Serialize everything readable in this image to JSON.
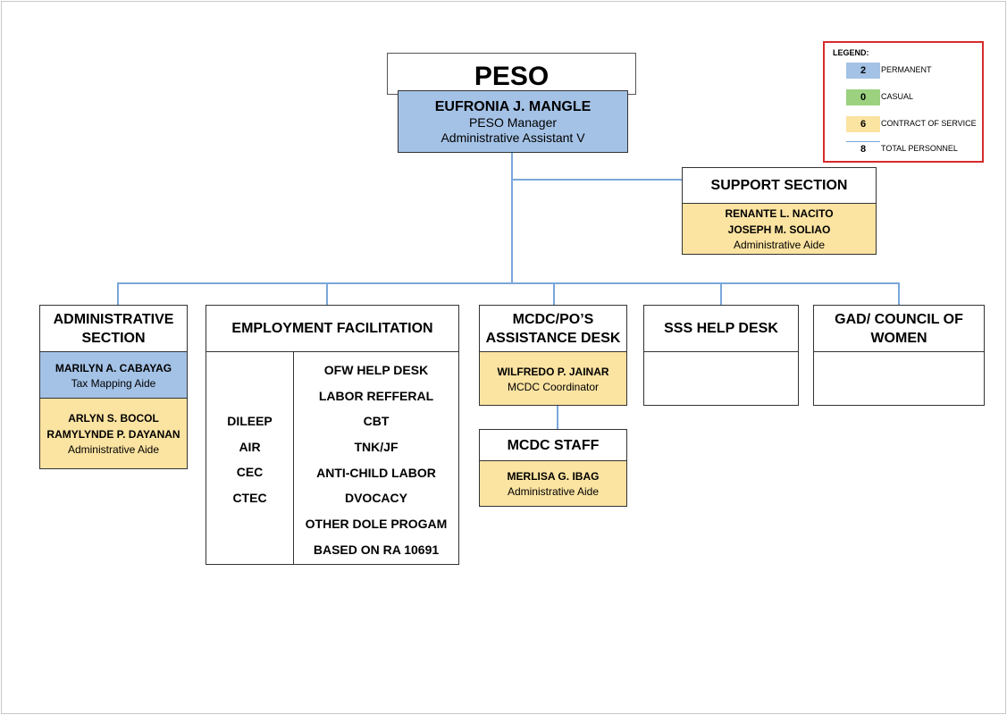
{
  "title": "PESO",
  "head": {
    "name": "EUFRONIA J. MANGLE",
    "role1": "PESO Manager",
    "role2": "Administrative Assistant V"
  },
  "legend": {
    "title": "LEGEND:",
    "items": [
      {
        "count": "2",
        "label": "PERMANENT",
        "color": "#a4c2e6"
      },
      {
        "count": "0",
        "label": "CASUAL",
        "color": "#9bd17f"
      },
      {
        "count": "6",
        "label": "CONTRACT OF SERVICE",
        "color": "#fbe3a1"
      },
      {
        "count": "8",
        "label": "TOTAL PERSONNEL",
        "color": "#ffffff"
      }
    ]
  },
  "support": {
    "title": "SUPPORT SECTION",
    "name1": "RENANTE L. NACITO",
    "name2": "JOSEPH M. SOLIAO",
    "role": "Administrative Aide"
  },
  "admin": {
    "title_line1": "ADMINISTRATIVE",
    "title_line2": "SECTION",
    "permanent_name": "MARILYN A. CABAYAG",
    "permanent_role": "Tax Mapping Aide",
    "cos_name1": "ARLYN S. BOCOL",
    "cos_name2": "RAMYLYNDE P. DAYANAN",
    "cos_role": "Administrative Aide"
  },
  "employment": {
    "title": "EMPLOYMENT FACILITATION",
    "left": [
      "DILEEP",
      "AIR",
      "CEC",
      "CTEC"
    ],
    "right": [
      "OFW HELP DESK",
      "LABOR REFFERAL",
      "CBT",
      "TNK/JF",
      "ANTI-CHILD LABOR",
      "DVOCACY",
      "OTHER DOLE PROGAM",
      "BASED ON RA 10691"
    ]
  },
  "mcdc": {
    "title_line1": "MCDC/PO’S",
    "title_line2": "ASSISTANCE DESK",
    "name": "WILFREDO P. JAINAR",
    "role": "MCDC Coordinator",
    "staff_title": "MCDC STAFF",
    "staff_name": "MERLISA G. IBAG",
    "staff_role": "Administrative Aide"
  },
  "sss": {
    "title": "SSS HELP DESK"
  },
  "gad": {
    "title_line1": "GAD/ COUNCIL OF",
    "title_line2": "WOMEN"
  }
}
